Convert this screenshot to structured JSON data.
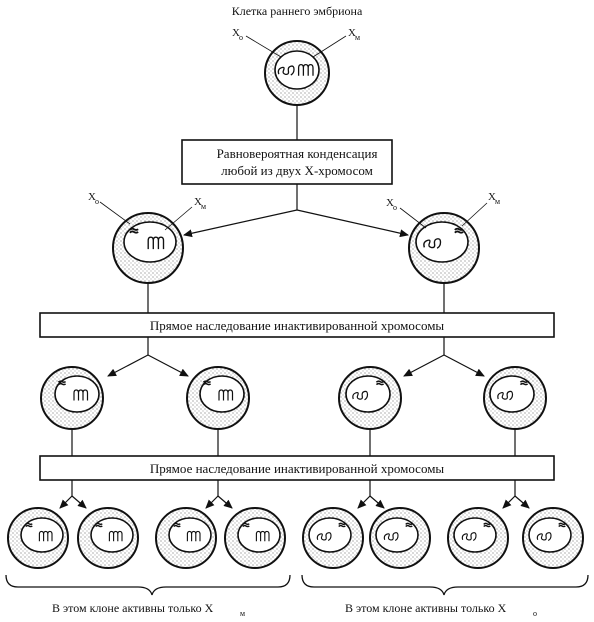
{
  "title": "Клетка раннего эмбриона",
  "box1": {
    "line1": "Равновероятная конденсация",
    "line2": "любой из двух X-хромосом"
  },
  "box2": {
    "text": "Прямое наследование инактивированной хромосомы"
  },
  "box3": {
    "text": "Прямое наследование инактивированной хромосомы"
  },
  "labels": {
    "x": "X",
    "sub_o": "о",
    "sub_m": "м"
  },
  "captions": {
    "left": "В этом клоне активны только X",
    "left_sub": "м",
    "right": "В этом клоне активны только X",
    "right_sub": "о"
  },
  "colors": {
    "ink": "#111111",
    "stipple": "#555555"
  }
}
